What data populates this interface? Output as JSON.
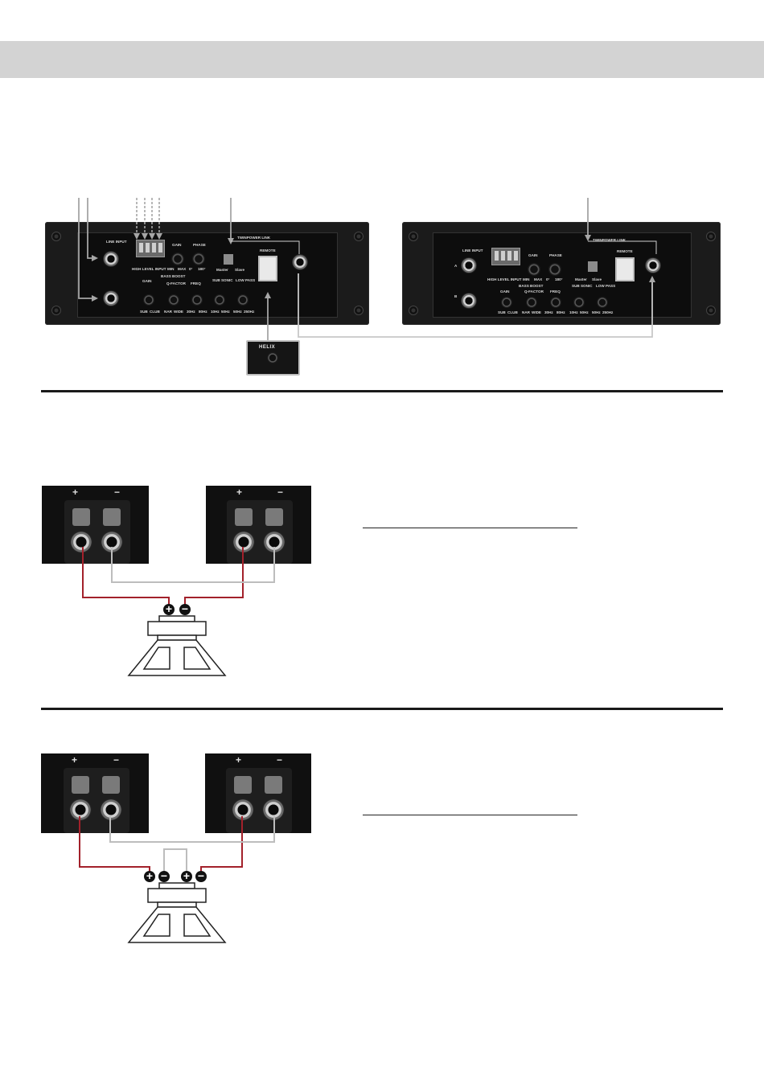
{
  "amplifier_left": {
    "line_input": "LINE INPUT",
    "high_level_input": "HIGH LEVEL INPUT",
    "gain": "GAIN",
    "min": "MIN",
    "max": "MAX",
    "phase": "PHASE",
    "phase_0": "0°",
    "phase_180": "180°",
    "twinpower_link": "TWINPOWER LINK",
    "master": "Master",
    "slave": "Slave",
    "remote": "REMOTE",
    "bass_boost": "BASS BOOST",
    "q_factor": "Q-FACTOR",
    "freq": "FREQ",
    "sub_sonic": "SUB SONIC",
    "low_pass": "LOW PASS",
    "low_pass_2": "LOW PASS",
    "sub": "SUB",
    "club": "CLUB",
    "narrow": "NAR",
    "wide": "WIDE",
    "hz_30": "30Hz",
    "hz_80": "80Hz",
    "hz_10": "10Hz",
    "hz_50": "50Hz",
    "hz_250": "250Hz"
  },
  "amplifier_right": {
    "line_input": "LINE INPUT",
    "channel_a": "A",
    "channel_b": "B",
    "high_level_input": "HIGH LEVEL INPUT",
    "gain": "GAIN",
    "min": "MIN",
    "max": "MAX",
    "phase": "PHASE",
    "phase_0": "0°",
    "phase_180": "180°",
    "twinpower_link": "TWINPOWER LINK",
    "master": "Master",
    "slave": "Slave",
    "remote": "REMOTE",
    "bass_boost": "BASS BOOST",
    "q_factor": "Q-FACTOR",
    "freq": "FREQ",
    "sub_sonic": "SUB SONIC",
    "low_pass": "LOW PASS",
    "sub": "SUB",
    "club": "CLUB",
    "narrow": "NAR",
    "wide": "WIDE",
    "hz_30": "30Hz",
    "hz_80": "80Hz",
    "hz_10": "10Hz",
    "hz_50": "50Hz",
    "hz_250": "250Hz"
  },
  "remote_control": {
    "brand": "HELIX"
  },
  "terminals": {
    "plus": "+",
    "minus": "−"
  },
  "speaker_polarity": {
    "plus": "+",
    "minus": "−"
  },
  "colors": {
    "positive_wire": "#a3212b",
    "negative_wire": "#bdbdbd",
    "cable": "#c8c8c8"
  }
}
